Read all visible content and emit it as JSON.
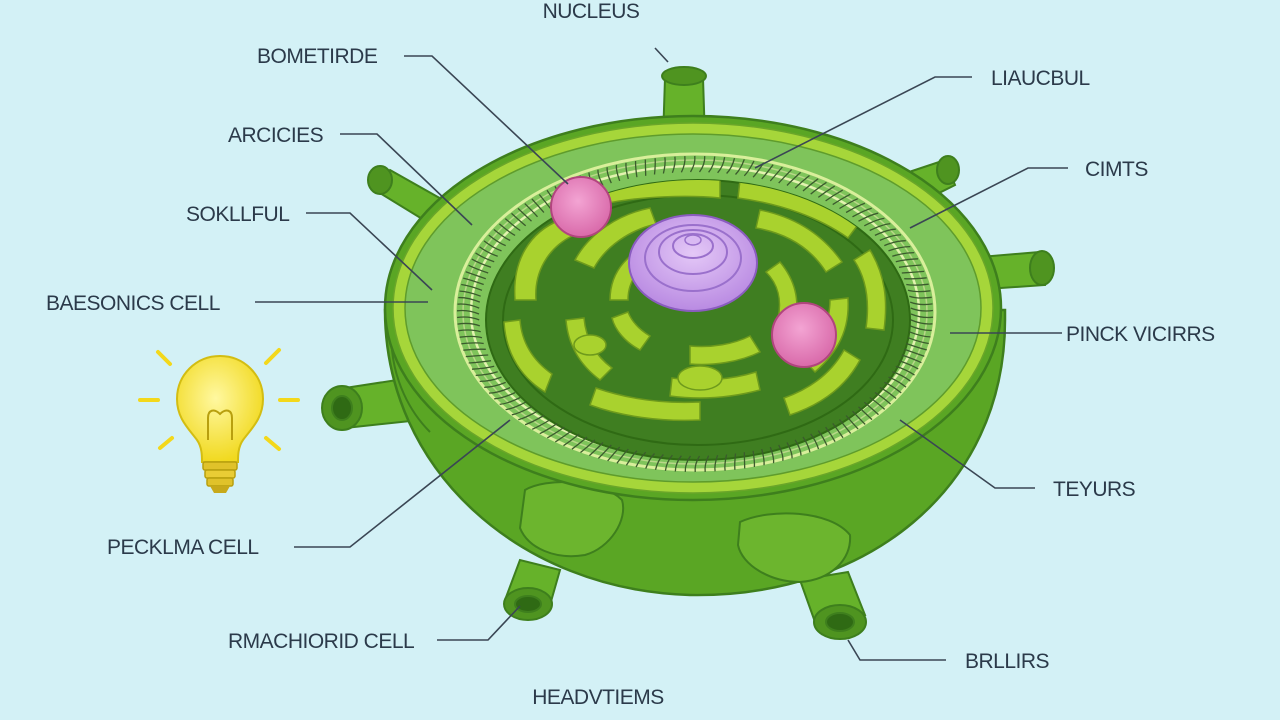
{
  "labels": {
    "nucleus": "NUCLEUS",
    "bometirde": "BOMETIRDE",
    "arcicies": "ARCICIES",
    "sokllful": "SOKLLFUL",
    "baesonics_cell": "BAESONICS CELL",
    "pecklma_cell": "PECKLMA CELL",
    "rmachiorid_cell": "RMACHIORID CELL",
    "headvtiems": "HEADVTIEMS",
    "liaucbul": "LIAUCBUL",
    "cimts": "CIMTS",
    "pinck_vicirrs": "PINCK VICIRRS",
    "teyurs": "TEYURS",
    "brllirs": "BRLLIRS"
  },
  "colors": {
    "background": "#d3f1f6",
    "cell_outer": "#5aa624",
    "cell_wall": "#a6d63a",
    "cytoplasm": "#7fc45b",
    "interior_dark": "#3f7e21",
    "organelle": "#a9d22e",
    "nucleus": "#c49ae8",
    "vesicle": "#e27ab8",
    "bulb": "#f7e73a"
  },
  "icons": {
    "idea": "lightbulb-icon"
  }
}
